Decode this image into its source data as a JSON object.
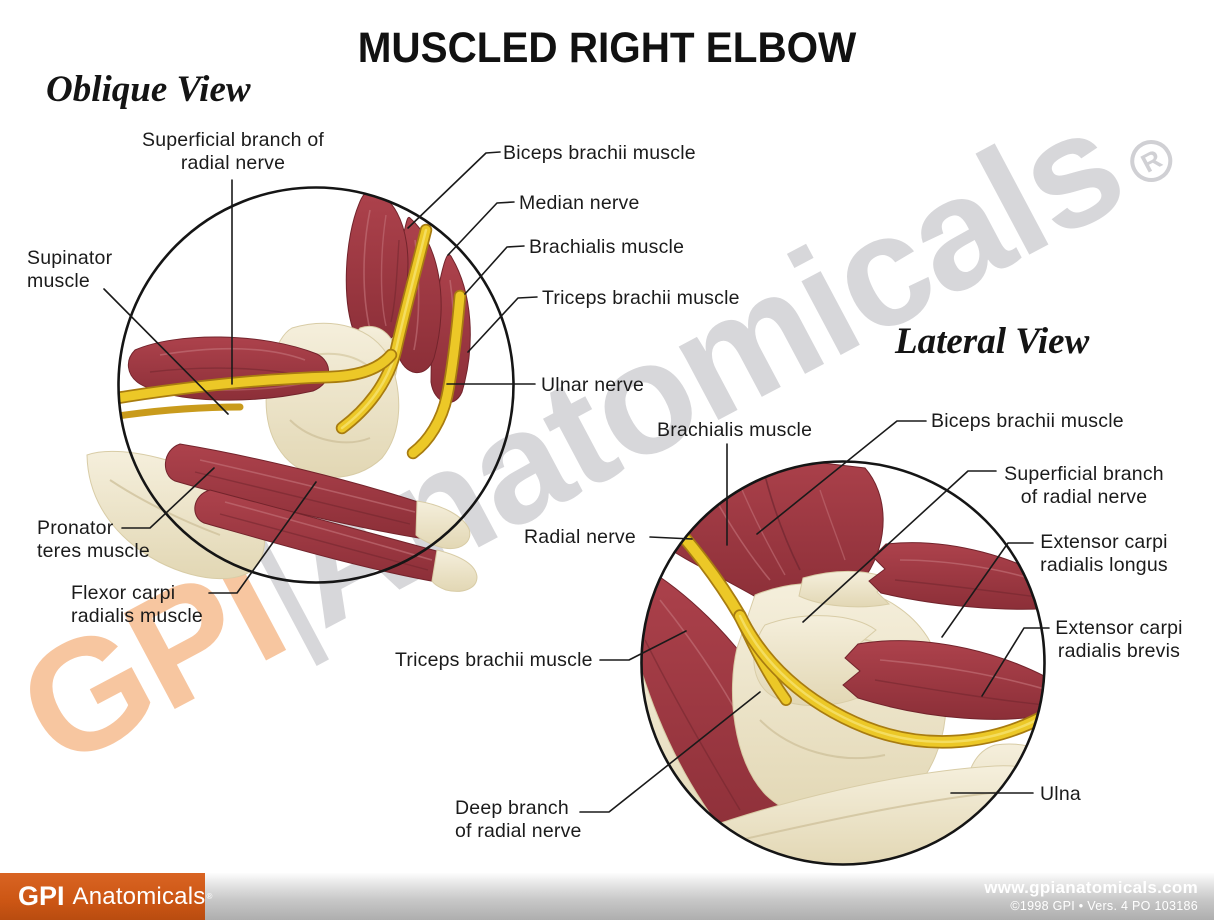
{
  "title": "MUSCLED RIGHT ELBOW",
  "views": {
    "oblique": {
      "heading": "Oblique View",
      "labels": [
        {
          "lines": [
            "Superficial branch of",
            "radial nerve"
          ]
        },
        {
          "lines": [
            "Biceps brachii muscle"
          ]
        },
        {
          "lines": [
            "Median nerve"
          ]
        },
        {
          "lines": [
            "Brachialis muscle"
          ]
        },
        {
          "lines": [
            "Triceps brachii muscle"
          ]
        },
        {
          "lines": [
            "Supinator",
            "muscle"
          ]
        },
        {
          "lines": [
            "Ulnar nerve"
          ]
        },
        {
          "lines": [
            "Pronator",
            "teres muscle"
          ]
        },
        {
          "lines": [
            "Flexor carpi",
            "radialis muscle"
          ]
        }
      ]
    },
    "lateral": {
      "heading": "Lateral View",
      "labels": [
        {
          "lines": [
            "Brachialis muscle"
          ]
        },
        {
          "lines": [
            "Biceps brachii muscle"
          ]
        },
        {
          "lines": [
            "Superficial branch",
            "of radial nerve"
          ]
        },
        {
          "lines": [
            "Extensor carpi",
            "radialis longus"
          ]
        },
        {
          "lines": [
            "Extensor carpi",
            "radialis brevis"
          ]
        },
        {
          "lines": [
            "Radial nerve"
          ]
        },
        {
          "lines": [
            "Triceps brachii muscle"
          ]
        },
        {
          "lines": [
            "Deep branch",
            "of radial nerve"
          ]
        },
        {
          "lines": [
            "Ulna"
          ]
        }
      ]
    }
  },
  "watermark": {
    "gpi": "GPI",
    "name": "Anatomicals",
    "registered": "R",
    "gpi_color": "#f7c6a0",
    "name_color": "#d7d7da"
  },
  "footer": {
    "brand_gpi": "GPI",
    "brand_name": "Anatomicals",
    "registered": "®",
    "website": "www.gpianatomicals.com",
    "copyright": "©1998 GPI • Vers. 4 PO  103186",
    "brand_bg": "#cc5614"
  },
  "palette": {
    "muscle_red": "#a03a43",
    "muscle_dark": "#73242c",
    "muscle_light": "#c5757b",
    "nerve_yellow": "#ecc827",
    "nerve_dark": "#a87c10",
    "bone_cream": "#f1ebd6",
    "bone_shade": "#d8cca6",
    "outline": "#151515"
  }
}
